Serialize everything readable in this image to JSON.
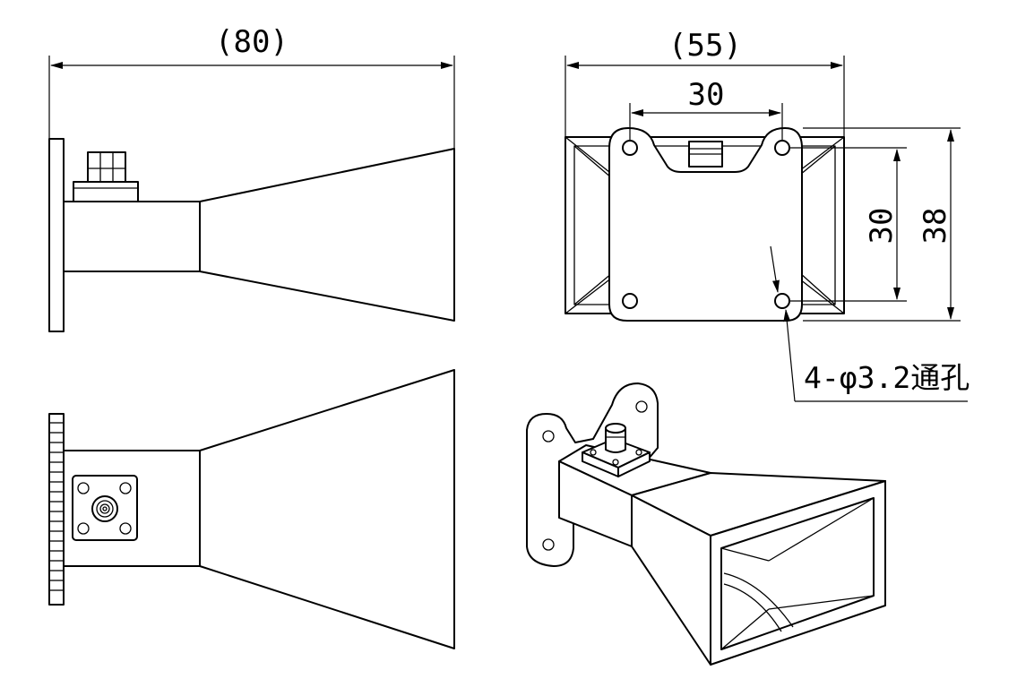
{
  "drawing": {
    "views": {
      "side_top": "side-view-top",
      "side_bottom": "side-view-bottom",
      "front": "front-view",
      "isometric": "isometric-view"
    },
    "dimensions": {
      "overall_length": "(80)",
      "overall_width": "(55)",
      "hole_spacing_horizontal": "30",
      "hole_spacing_vertical": "30",
      "flange_height": "38"
    },
    "notes": {
      "hole_callout": "4-φ3.2通孔"
    },
    "colors": {
      "line": "#000000",
      "background": "#ffffff"
    }
  }
}
